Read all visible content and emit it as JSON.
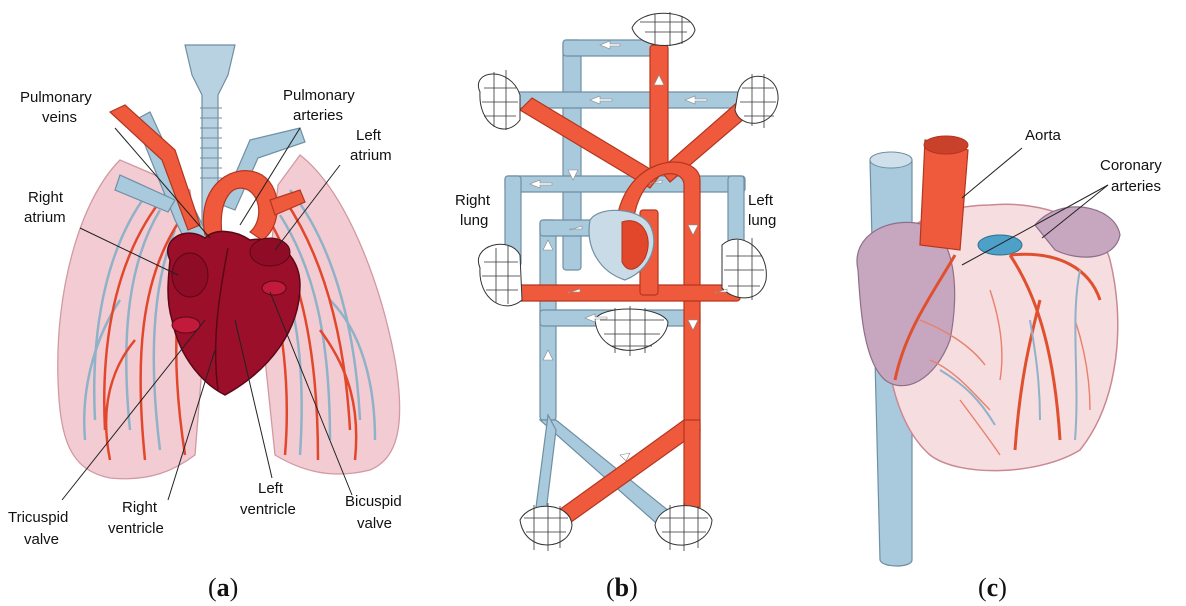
{
  "panel_a": {
    "labels": {
      "pulmonary_veins_1": "Pulmonary",
      "pulmonary_veins_2": "veins",
      "pulmonary_arteries_1": "Pulmonary",
      "pulmonary_arteries_2": "arteries",
      "left_atrium_1": "Left",
      "left_atrium_2": "atrium",
      "right_atrium_1": "Right",
      "right_atrium_2": "atrium",
      "tricuspid_1": "Tricuspid",
      "tricuspid_2": "valve",
      "right_ventricle_1": "Right",
      "right_ventricle_2": "ventricle",
      "left_ventricle_1": "Left",
      "left_ventricle_2": "ventricle",
      "bicuspid_1": "Bicuspid",
      "bicuspid_2": "valve"
    },
    "caption_open": "(",
    "caption_letter": "a",
    "caption_close": ")"
  },
  "panel_b": {
    "labels": {
      "right_lung_1": "Right",
      "right_lung_2": "lung",
      "left_lung_1": "Left",
      "left_lung_2": "lung"
    },
    "caption_open": "(",
    "caption_letter": "b",
    "caption_close": ")"
  },
  "panel_c": {
    "labels": {
      "aorta": "Aorta",
      "coronary_1": "Coronary",
      "coronary_2": "arteries"
    },
    "caption_open": "(",
    "caption_letter": "c",
    "caption_close": ")"
  },
  "colors": {
    "artery": "#ef5a3c",
    "vein": "#a9c9dc",
    "heart": "#9b0f2a",
    "lung": "#f2c4cc"
  }
}
